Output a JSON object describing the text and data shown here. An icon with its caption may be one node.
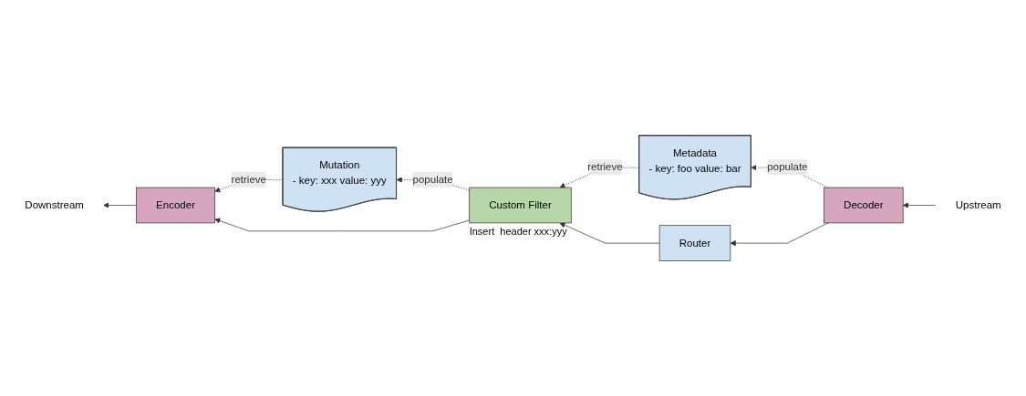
{
  "diagram": {
    "nodes": [
      {
        "text": [
          "Mutation",
          "- key: xxx value: yyy"
        ]
      },
      {
        "text": [
          "Metadata",
          "- key: foo value: bar"
        ]
      },
      {
        "text": [
          "Downstream"
        ]
      },
      {
        "text": [
          "Encoder"
        ]
      },
      {
        "text": [
          "Custom Filter"
        ],
        "beside": [
          "Insert  header xxx:yyy"
        ]
      },
      {
        "text": [
          "Router"
        ]
      },
      {
        "text": [
          "Decoder"
        ]
      },
      {
        "text": [
          "Upstream"
        ]
      }
    ],
    "edges": [
      {
        "from": 0,
        "to": 3,
        "arrow": "to",
        "label": "retrieve",
        "style": "dashed"
      },
      {
        "from": 4,
        "to": 0,
        "arrow": "to",
        "label": "populate",
        "style": "dashed"
      },
      {
        "from": 1,
        "to": 4,
        "arrow": "to",
        "label": "retrieve",
        "style": "dashed"
      },
      {
        "from": 6,
        "to": 1,
        "arrow": "to",
        "label": "populate",
        "style": "dashed"
      },
      {
        "from": 3,
        "to": 2,
        "arrow": "to"
      },
      {
        "from": 4,
        "to": 3,
        "arrow": "to"
      },
      {
        "from": 5,
        "to": 4,
        "arrow": "to"
      },
      {
        "from": 6,
        "to": 5,
        "arrow": "to"
      },
      {
        "from": 7,
        "to": 6,
        "arrow": "to"
      }
    ]
  }
}
